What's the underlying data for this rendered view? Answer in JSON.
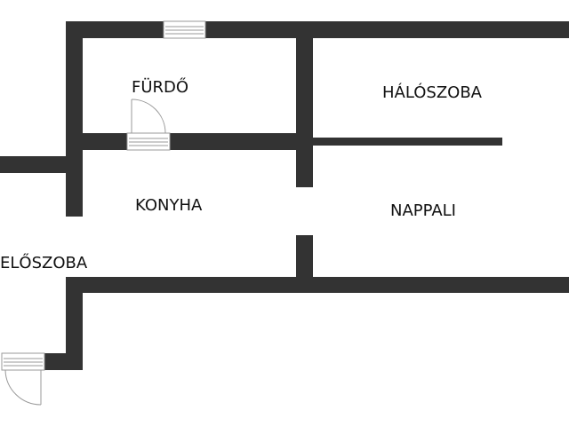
{
  "rooms": {
    "furdo": "FÜRDŐ",
    "haloszoba": "HÁLÓSZOBA",
    "konyha": "KONYHA",
    "nappali": "NAPPALI",
    "eloszoba": "ELŐSZOBA"
  },
  "colors": {
    "wall": "#333333",
    "fixture": "#999999",
    "background": "#ffffff"
  }
}
